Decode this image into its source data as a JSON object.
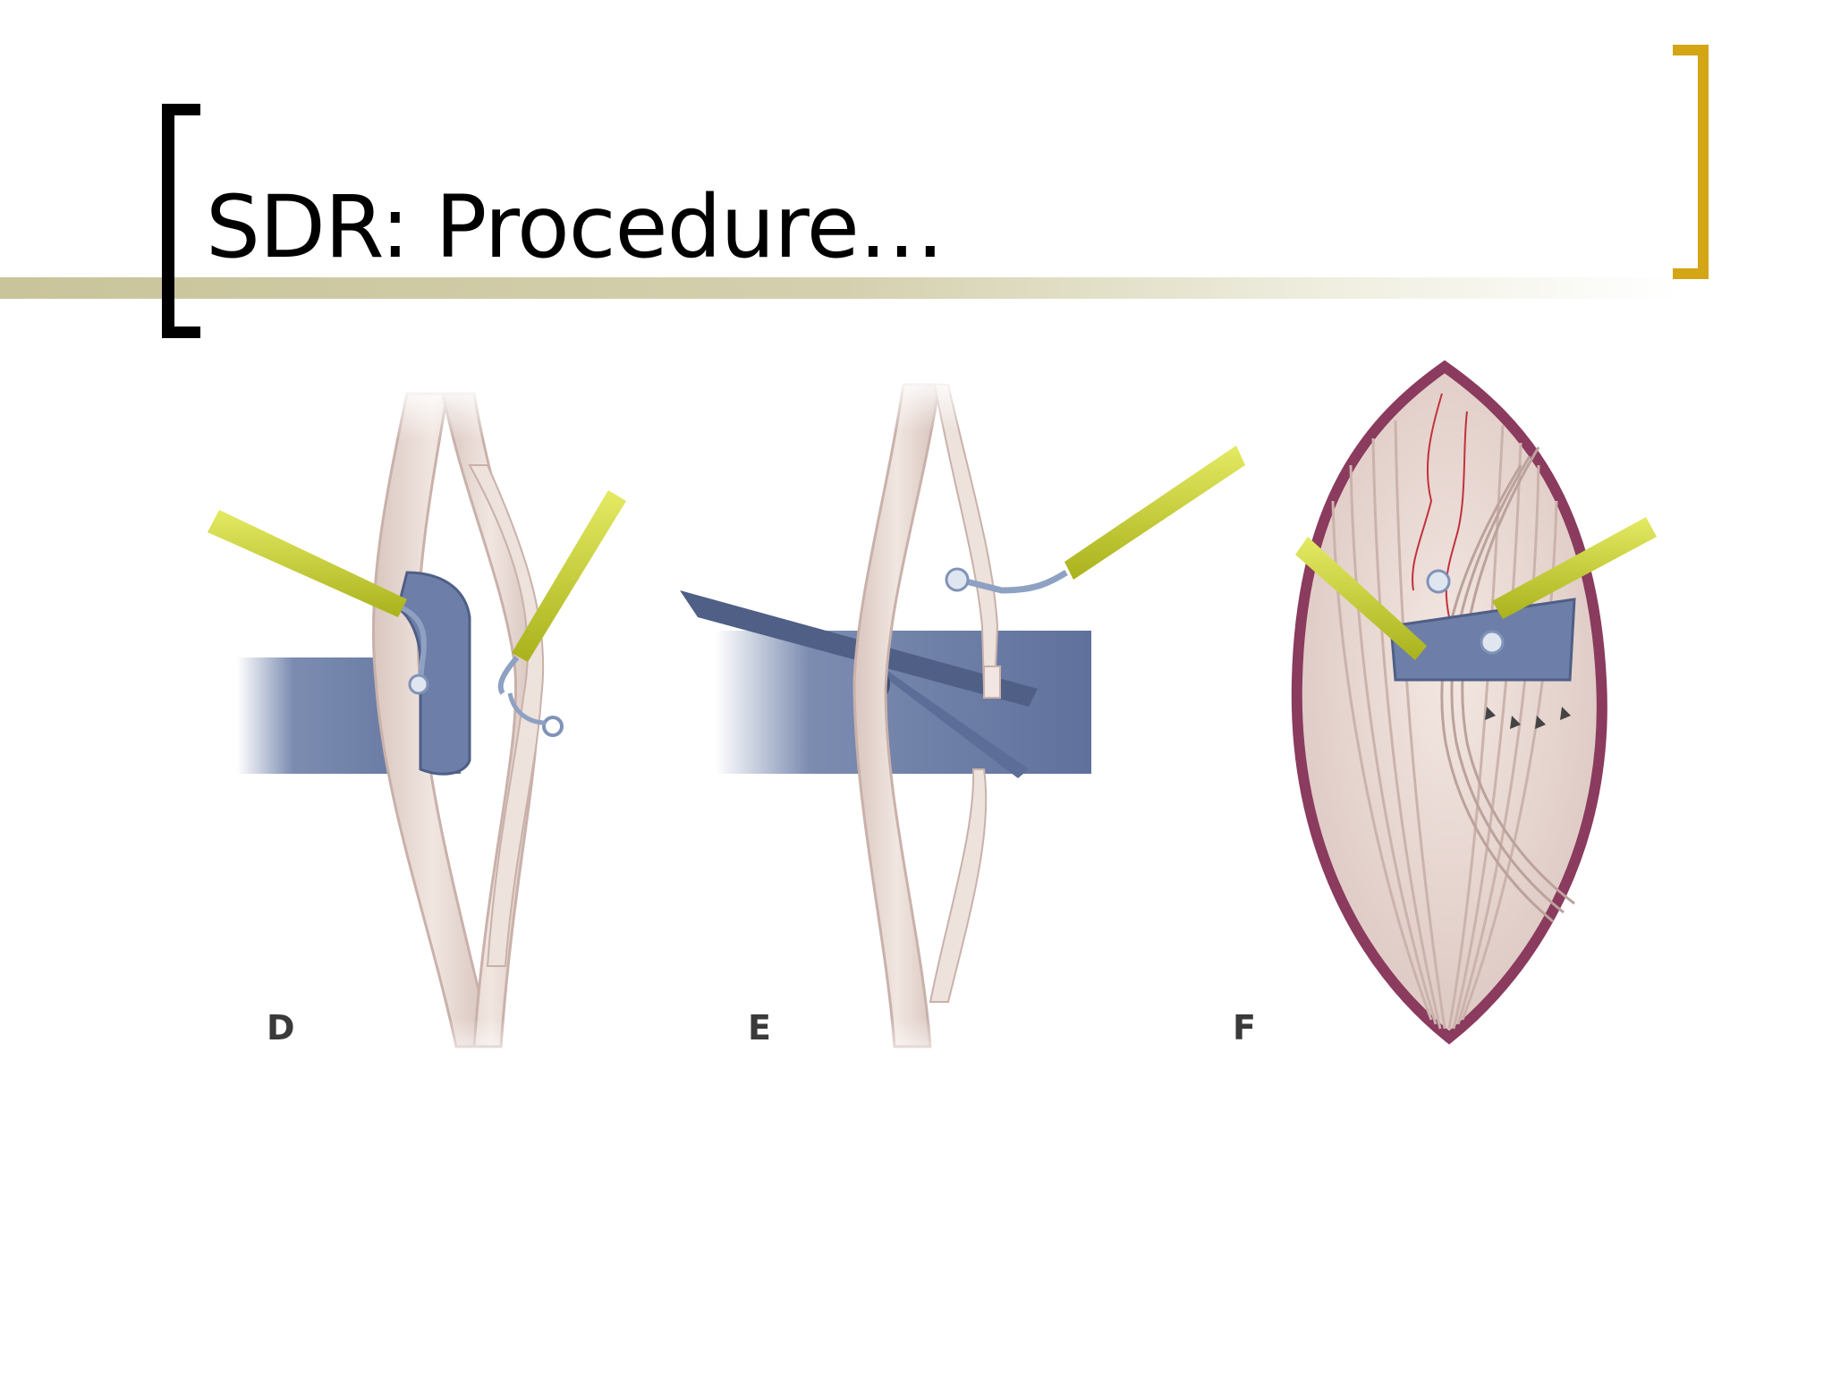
{
  "slide": {
    "title": "SDR: Procedure…"
  },
  "figure": {
    "panels": [
      {
        "label": "D"
      },
      {
        "label": "E"
      },
      {
        "label": "F"
      }
    ]
  },
  "colors": {
    "title_rule": "#c9c49a",
    "bracket_left": "#000000",
    "bracket_right": "#d4a514",
    "nerve": "#e9dcd7",
    "retractor": "#6d7fa8",
    "probe": "#c9d12e",
    "dura_edge": "#8a3b5e"
  }
}
